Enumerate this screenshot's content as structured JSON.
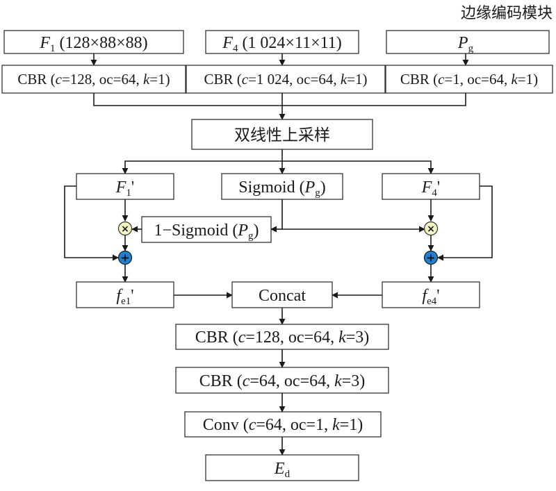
{
  "title": "边缘编码模块",
  "inputs": {
    "f1": {
      "main": "F",
      "sub": "1",
      "dims": " (128×88×88)"
    },
    "f4": {
      "main": "F",
      "sub": "4",
      "dims": " (1 024×11×11)"
    },
    "pg": {
      "main": "P",
      "sub": "g"
    }
  },
  "cbr_top": {
    "left": {
      "pre": "CBR (",
      "c": "c",
      "cv": "=128, oc=64, ",
      "k": "k",
      "kv": "=1)"
    },
    "middle": {
      "pre": "CBR (",
      "c": "c",
      "cv": "=1 024, oc=64, ",
      "k": "k",
      "kv": "=1)"
    },
    "right": {
      "pre": "CBR (",
      "c": "c",
      "cv": "=1, oc=64, ",
      "k": "k",
      "kv": "=1)"
    }
  },
  "upsample": "双线性上采样",
  "mid_row": {
    "f1p": {
      "main": "F",
      "sub": "1",
      "prime": "'"
    },
    "sigmoid": {
      "pre": "Sigmoid (",
      "p": "P",
      "sub": "g",
      "post": ")"
    },
    "f4p": {
      "main": "F",
      "sub": "4",
      "prime": "'"
    }
  },
  "one_minus_sigmoid": {
    "pre": "1−Sigmoid (",
    "p": "P",
    "sub": "g",
    "post": ")"
  },
  "ops": {
    "multiply_symbol": "×",
    "add_symbol": "+"
  },
  "fe_row": {
    "fe1": {
      "main": "f",
      "sub": "e1",
      "prime": "'"
    },
    "concat": "Concat",
    "fe4": {
      "main": "f",
      "sub": "e4",
      "prime": "'"
    }
  },
  "stack": {
    "cbr1": {
      "pre": "CBR (",
      "c": "c",
      "cv": "=128, oc=64, ",
      "k": "k",
      "kv": "=3)"
    },
    "cbr2": {
      "pre": "CBR (",
      "c": "c",
      "cv": "=64, oc=64, ",
      "k": "k",
      "kv": "=3)"
    },
    "conv": {
      "pre": "Conv (",
      "c": "c",
      "cv": "=64, oc=1, ",
      "k": "k",
      "kv": "=1)"
    }
  },
  "output": {
    "main": "E",
    "sub": "d"
  },
  "colors": {
    "multiply_fill": "#f4f3c6",
    "add_fill": "#1f7fd1",
    "line": "#1a1a1a",
    "box_border": "#333333"
  }
}
